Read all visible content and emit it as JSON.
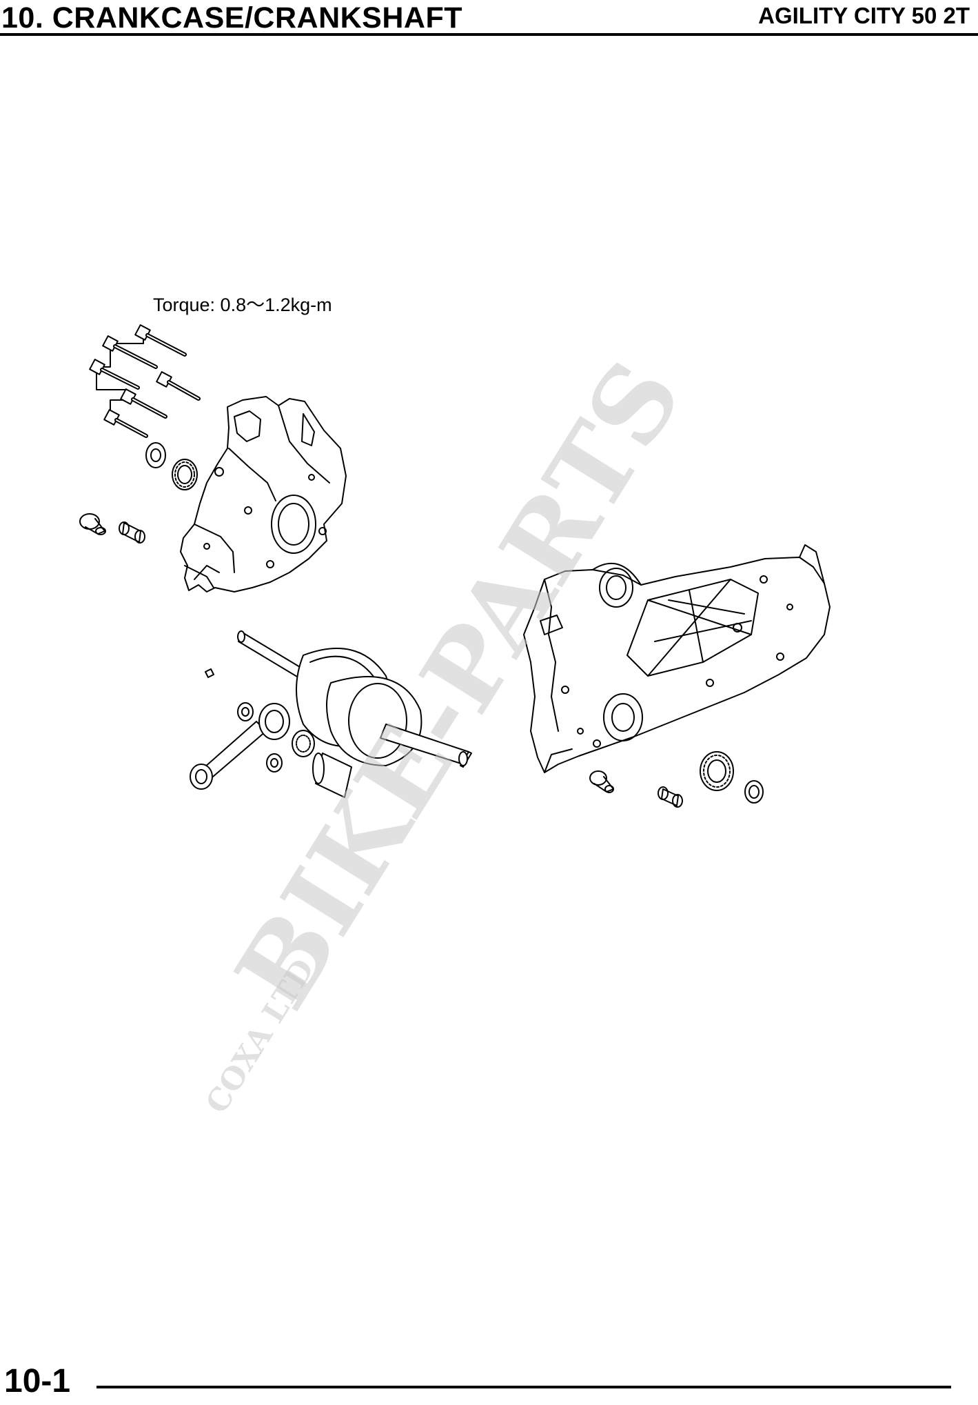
{
  "header": {
    "chapter_title": "10. CRANKCASE/CRANKSHAFT",
    "model": "AGILITY CITY 50 2T"
  },
  "diagram": {
    "torque_note": "Torque: 0.8～1.2kg-m",
    "parts": [
      "bolt",
      "bolt",
      "bolt",
      "bolt",
      "bolt",
      "oil-seal",
      "bearing",
      "dowel-pin",
      "collar",
      "right-crankcase",
      "crankshaft",
      "woodruff-key",
      "connecting-rod",
      "needle-bearing",
      "washer",
      "washer",
      "piston-pin",
      "left-crankcase",
      "dowel-pin",
      "collar",
      "bearing",
      "oil-seal"
    ]
  },
  "watermark": {
    "main_text": "BIKE-PARTS",
    "sub_text": "COXA LTD"
  },
  "footer": {
    "page_number": "10-1"
  }
}
